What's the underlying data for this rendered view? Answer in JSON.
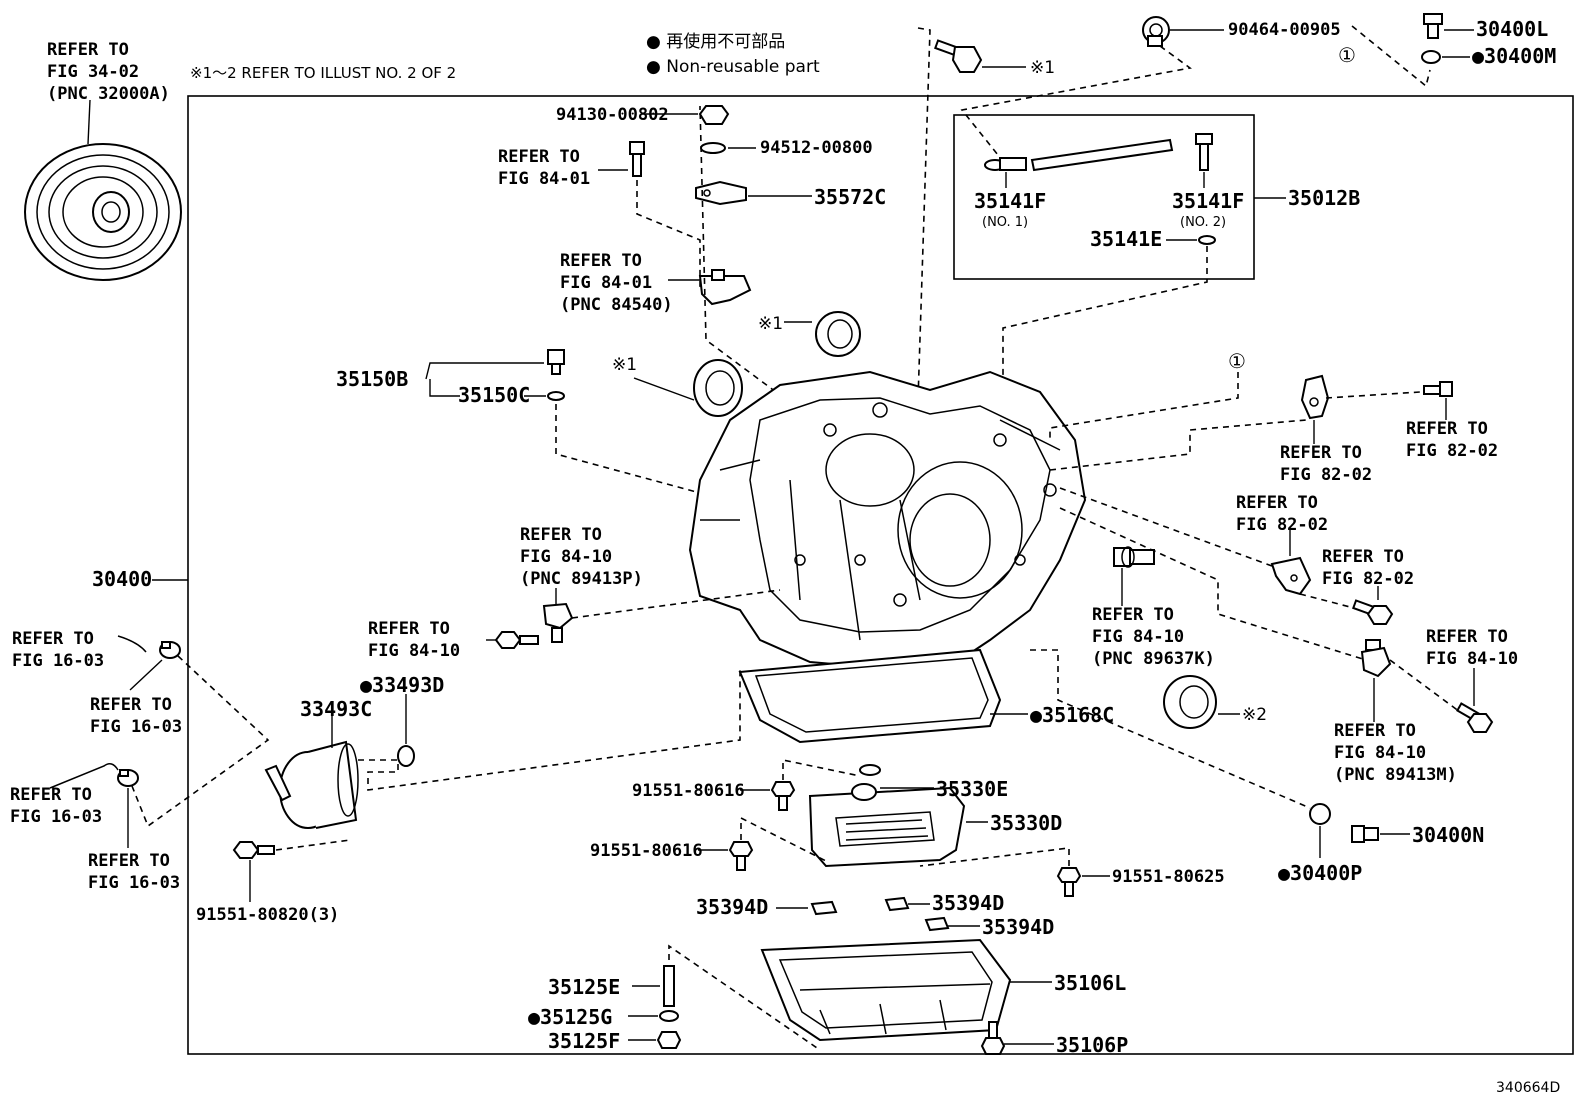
{
  "legend": {
    "line1": "● 再使用不可部品",
    "line2": "● Non-reusable part",
    "note": "※1～2 REFER TO ILLUST NO. 2 OF 2"
  },
  "figure_id": "340664D",
  "refs": {
    "converter": [
      "REFER TO",
      "FIG 34-02",
      "(PNC 32000A)"
    ],
    "bolt_top": [
      "REFER TO",
      "FIG 84-01"
    ],
    "sensor_top": [
      "REFER TO",
      "FIG 84-01",
      "(PNC 84540)"
    ],
    "sensor_left": [
      "REFER TO",
      "FIG 84-10",
      "(PNC 89413P)"
    ],
    "bolt_left": [
      "REFER TO",
      "FIG 84-10"
    ],
    "hose_a": [
      "REFER TO",
      "FIG 16-03"
    ],
    "clamp_a": [
      "REFER TO",
      "FIG 16-03"
    ],
    "hose_b": [
      "REFER TO",
      "FIG 16-03"
    ],
    "clamp_b": [
      "REFER TO",
      "FIG 16-03"
    ],
    "switch_right": [
      "REFER TO",
      "FIG 84-10",
      "(PNC 89637K)"
    ],
    "bracket_r1": [
      "REFER TO",
      "FIG 82-02"
    ],
    "bolt_r1": [
      "REFER TO",
      "FIG 82-02"
    ],
    "bracket_r2": [
      "REFER TO",
      "FIG 82-02"
    ],
    "bolt_r2": [
      "REFER TO",
      "FIG 82-02"
    ],
    "bolt_r3": [
      "REFER TO",
      "FIG 84-10"
    ],
    "sensor_r3": [
      "REFER TO",
      "FIG 84-10",
      "(PNC 89413M)"
    ]
  },
  "parts": {
    "p94130": "94130-00802",
    "p94512": "94512-00800",
    "p35572C": "35572C",
    "p35150B": "35150B",
    "p35150C": "35150C",
    "p30400": "30400",
    "p33493D": "●33493D",
    "p33493C": "33493C",
    "p91551_80820": "91551-80820(3)",
    "p91551_80616a": "91551-80616",
    "p91551_80616b": "91551-80616",
    "p91551_80625": "91551-80625",
    "p35330E": "35330E",
    "p35330D": "35330D",
    "p35394D_a": "35394D",
    "p35394D_b": "35394D",
    "p35394D_c": "35394D",
    "p35125E": "35125E",
    "p35125G": "●35125G",
    "p35125F": "35125F",
    "p35106L": "35106L",
    "p35106P": "35106P",
    "p35168C": "●35168C",
    "p30400P": "●30400P",
    "p30400N": "30400N",
    "p90464": "90464-00905",
    "p30400L": "30400L",
    "p30400M": "●30400M",
    "p35141F_1": "35141F",
    "p35141F_1n": "(NO. 1)",
    "p35141F_2": "35141F",
    "p35141F_2n": "(NO. 2)",
    "p35141E": "35141E",
    "p35012B": "35012B"
  },
  "marks": {
    "x1_top": "※1",
    "x1_seal_a": "※1",
    "x1_seal_b": "※1",
    "x2_bearing": "※2",
    "circ1_top": "①",
    "circ1_mid": "①"
  },
  "icons": {
    "torque_converter": "torque-converter-icon",
    "transaxle": "transaxle-case-icon",
    "oil_pan": "oil-pan-icon",
    "strainer": "oil-strainer-icon",
    "cooler": "oil-cooler-icon"
  }
}
